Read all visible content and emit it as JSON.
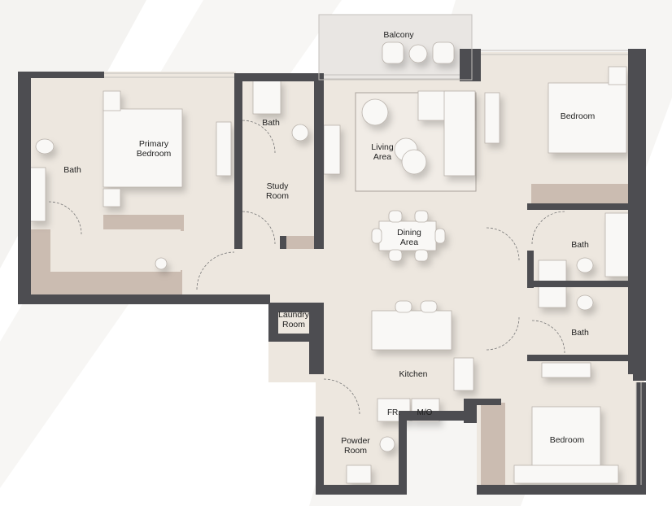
{
  "plan": {
    "rooms": {
      "balcony": "Balcony",
      "primary_bedroom_1": "Primary",
      "primary_bedroom_2": "Bedroom",
      "primary_bath": "Bath",
      "bath_top": "Bath",
      "study_1": "Study",
      "study_2": "Room",
      "living_1": "Living",
      "living_2": "Area",
      "dining_1": "Dining",
      "dining_2": "Area",
      "bedroom_ne": "Bedroom",
      "bath_right_1": "Bath",
      "bath_right_2": "Bath",
      "laundry_1": "Laundry",
      "laundry_2": "Room",
      "kitchen": "Kitchen",
      "fridge": "FR.",
      "microwave": "M/O",
      "powder_1": "Powder",
      "powder_2": "Room",
      "bedroom_se": "Bedroom"
    },
    "colors": {
      "wall": "#4d4d51",
      "floor": "#ede7df",
      "cabinet": "#cbbcb1",
      "furniture": "#f9f8f6"
    }
  }
}
